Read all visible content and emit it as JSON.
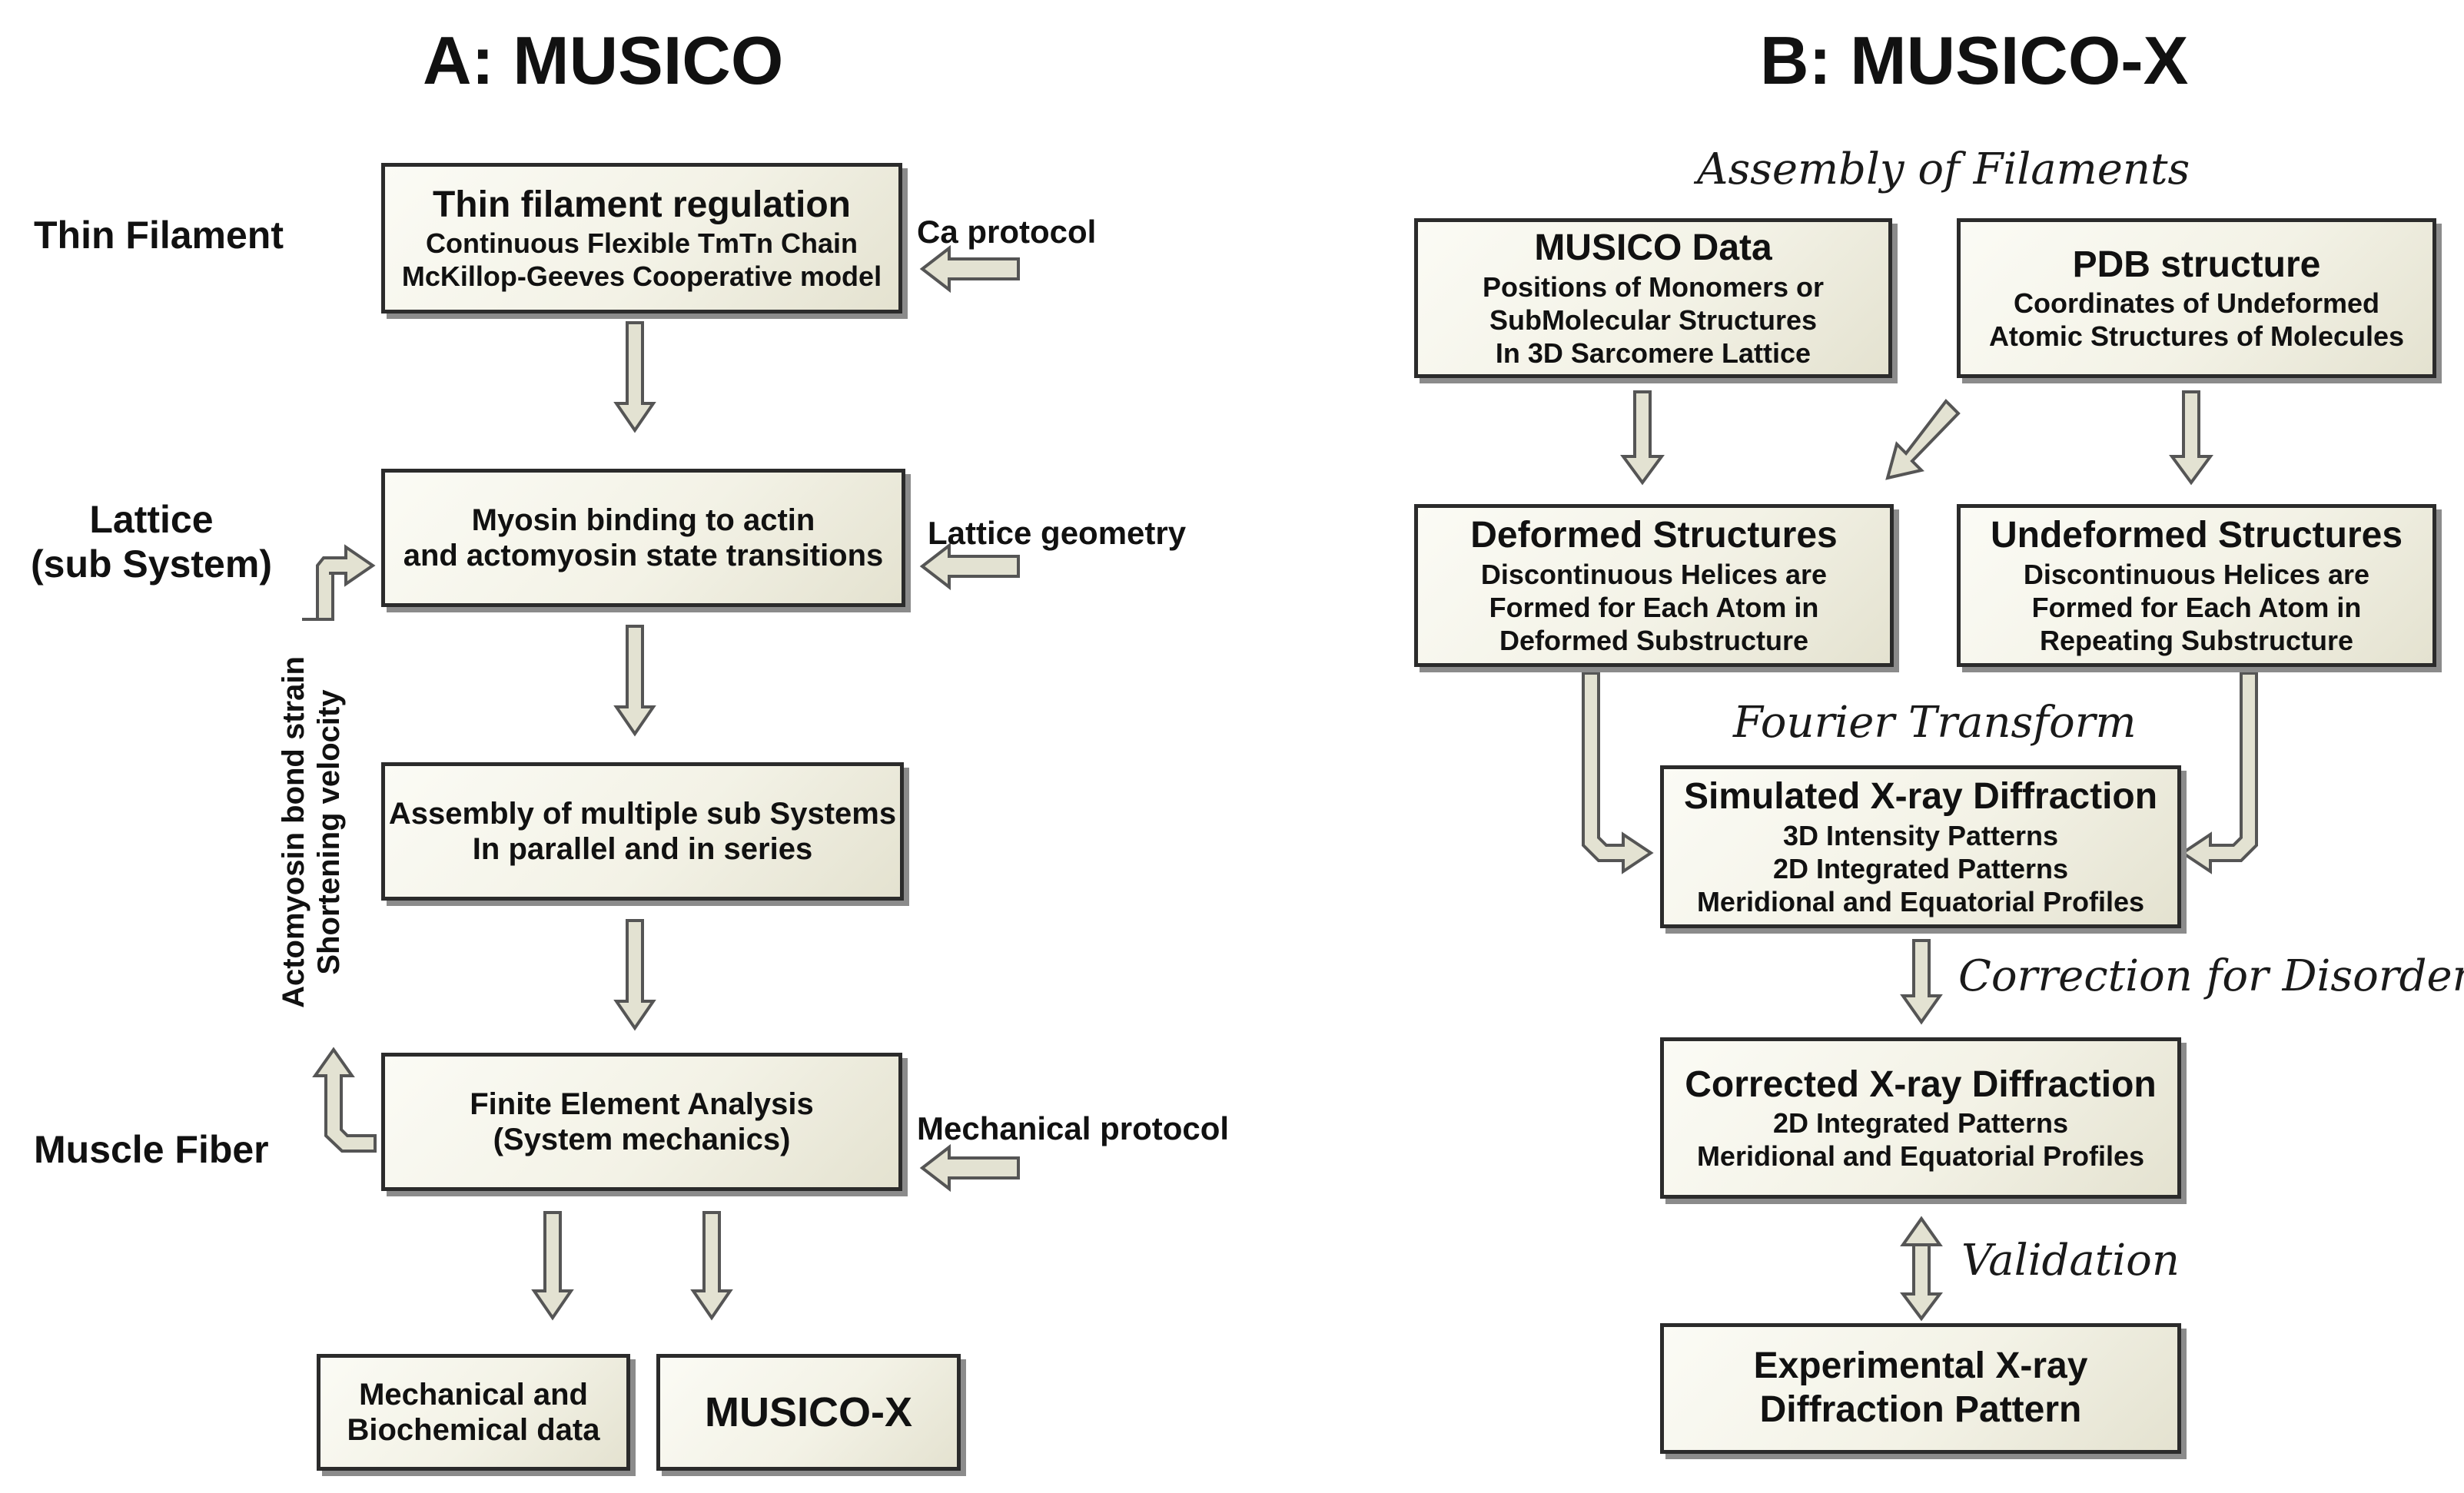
{
  "panel_a": {
    "title": "A: MUSICO",
    "levels": {
      "thin_filament": "Thin Filament",
      "lattice": [
        "Lattice",
        "(sub System)"
      ],
      "muscle_fiber": "Muscle Fiber"
    },
    "boxes": {
      "thin_filament_regulation": {
        "title": "Thin filament regulation",
        "lines": [
          "Continuous Flexible TmTn Chain",
          "McKillop-Geeves Cooperative model"
        ]
      },
      "myosin_binding": {
        "lines": [
          "Myosin binding to actin",
          "and actomyosin state transitions"
        ]
      },
      "assembly": {
        "lines": [
          "Assembly of multiple sub Systems",
          "In parallel and in series"
        ]
      },
      "fea": {
        "lines": [
          "Finite Element Analysis",
          "(System mechanics)"
        ]
      },
      "mech_data": {
        "lines": [
          "Mechanical and",
          "Biochemical data"
        ]
      },
      "musico_x": {
        "label": "MUSICO-X"
      }
    },
    "inputs": {
      "ca": "Ca protocol",
      "lattice": "Lattice geometry",
      "mechanical": "Mechanical protocol"
    },
    "feedback": [
      "Actomyosin bond strain",
      "Shortening velocity"
    ]
  },
  "panel_b": {
    "title": "B: MUSICO-X",
    "stages": {
      "assembly": "Assembly of Filaments",
      "fourier": "Fourier Transform",
      "correction": "Correction for Disorder",
      "validation": "Validation"
    },
    "boxes": {
      "musico_data": {
        "title": "MUSICO Data",
        "lines": [
          "Positions of Monomers or",
          "SubMolecular Structures",
          "In 3D Sarcomere Lattice"
        ]
      },
      "pdb": {
        "title": "PDB structure",
        "lines": [
          "Coordinates of Undeformed",
          "Atomic Structures of Molecules"
        ]
      },
      "deformed": {
        "title": "Deformed Structures",
        "lines": [
          "Discontinuous Helices are",
          "Formed for Each Atom in",
          "Deformed Substructure"
        ]
      },
      "undeformed": {
        "title": "Undeformed Structures",
        "lines": [
          "Discontinuous Helices are",
          "Formed for Each Atom in",
          "Repeating Substructure"
        ]
      },
      "simulated": {
        "title": "Simulated X-ray Diffraction",
        "lines": [
          "3D Intensity Patterns",
          "2D Integrated Patterns",
          "Meridional and Equatorial Profiles"
        ]
      },
      "corrected": {
        "title": "Corrected X-ray Diffraction",
        "lines": [
          "2D Integrated Patterns",
          "Meridional and Equatorial Profiles"
        ]
      },
      "experimental": {
        "lines": [
          "Experimental X-ray",
          "Diffraction Pattern"
        ]
      }
    }
  },
  "colors": {
    "box_border": "#2b2b2b",
    "box_fill": "#f3f2e6",
    "arrow_fill": "#e3e2d2",
    "arrow_stroke": "#555555",
    "shadow": "#8b8b8b"
  }
}
